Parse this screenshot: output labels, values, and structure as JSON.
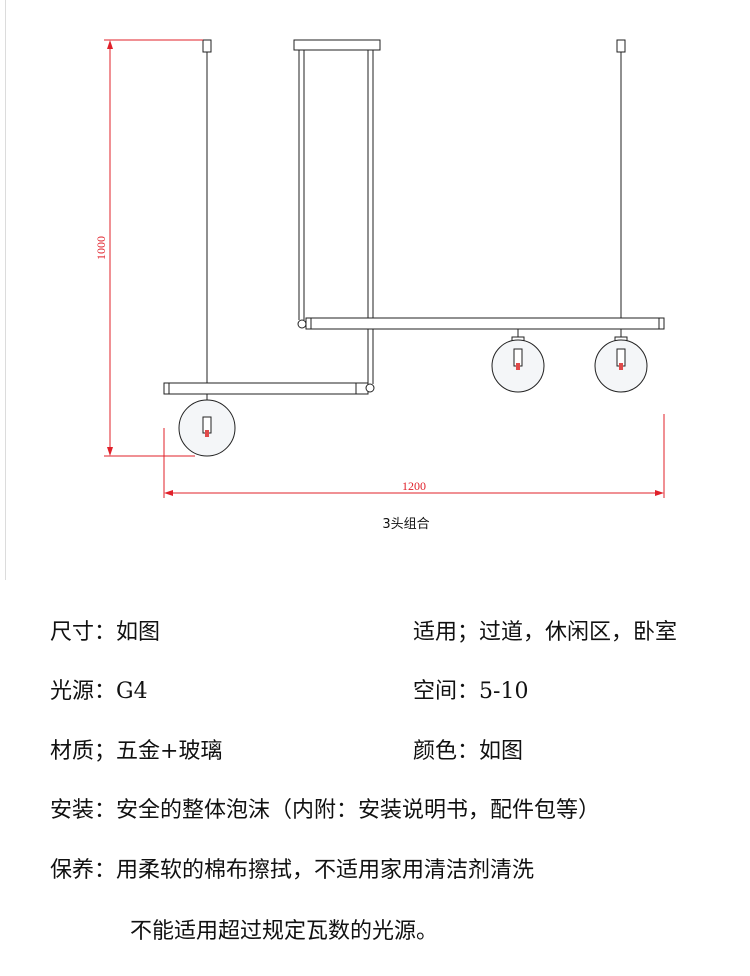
{
  "diagram": {
    "caption": "3头组合",
    "dim_height": "1000",
    "dim_width": "1200",
    "colors": {
      "line": "#222222",
      "dimension": "#e0202a",
      "bulb": "#e04a4a"
    }
  },
  "specs": {
    "size": {
      "label": "尺寸：",
      "value": "如图"
    },
    "usage": {
      "label": "适用；",
      "value": "过道，休闲区，卧室"
    },
    "light": {
      "label": "光源：",
      "value": "G4"
    },
    "space": {
      "label": "空间：",
      "value": "5-10"
    },
    "material": {
      "label": "材质；",
      "value": "五金+玻璃"
    },
    "color": {
      "label": "颜色：",
      "value": "如图"
    },
    "install": {
      "label": "安装：",
      "value": "安全的整体泡沫（内附：安装说明书，配件包等）"
    },
    "care": {
      "label": "保养：",
      "value": "用柔软的棉布擦拭，不适用家用清洁剂清洗"
    },
    "care_note": "不能适用超过规定瓦数的光源。"
  }
}
